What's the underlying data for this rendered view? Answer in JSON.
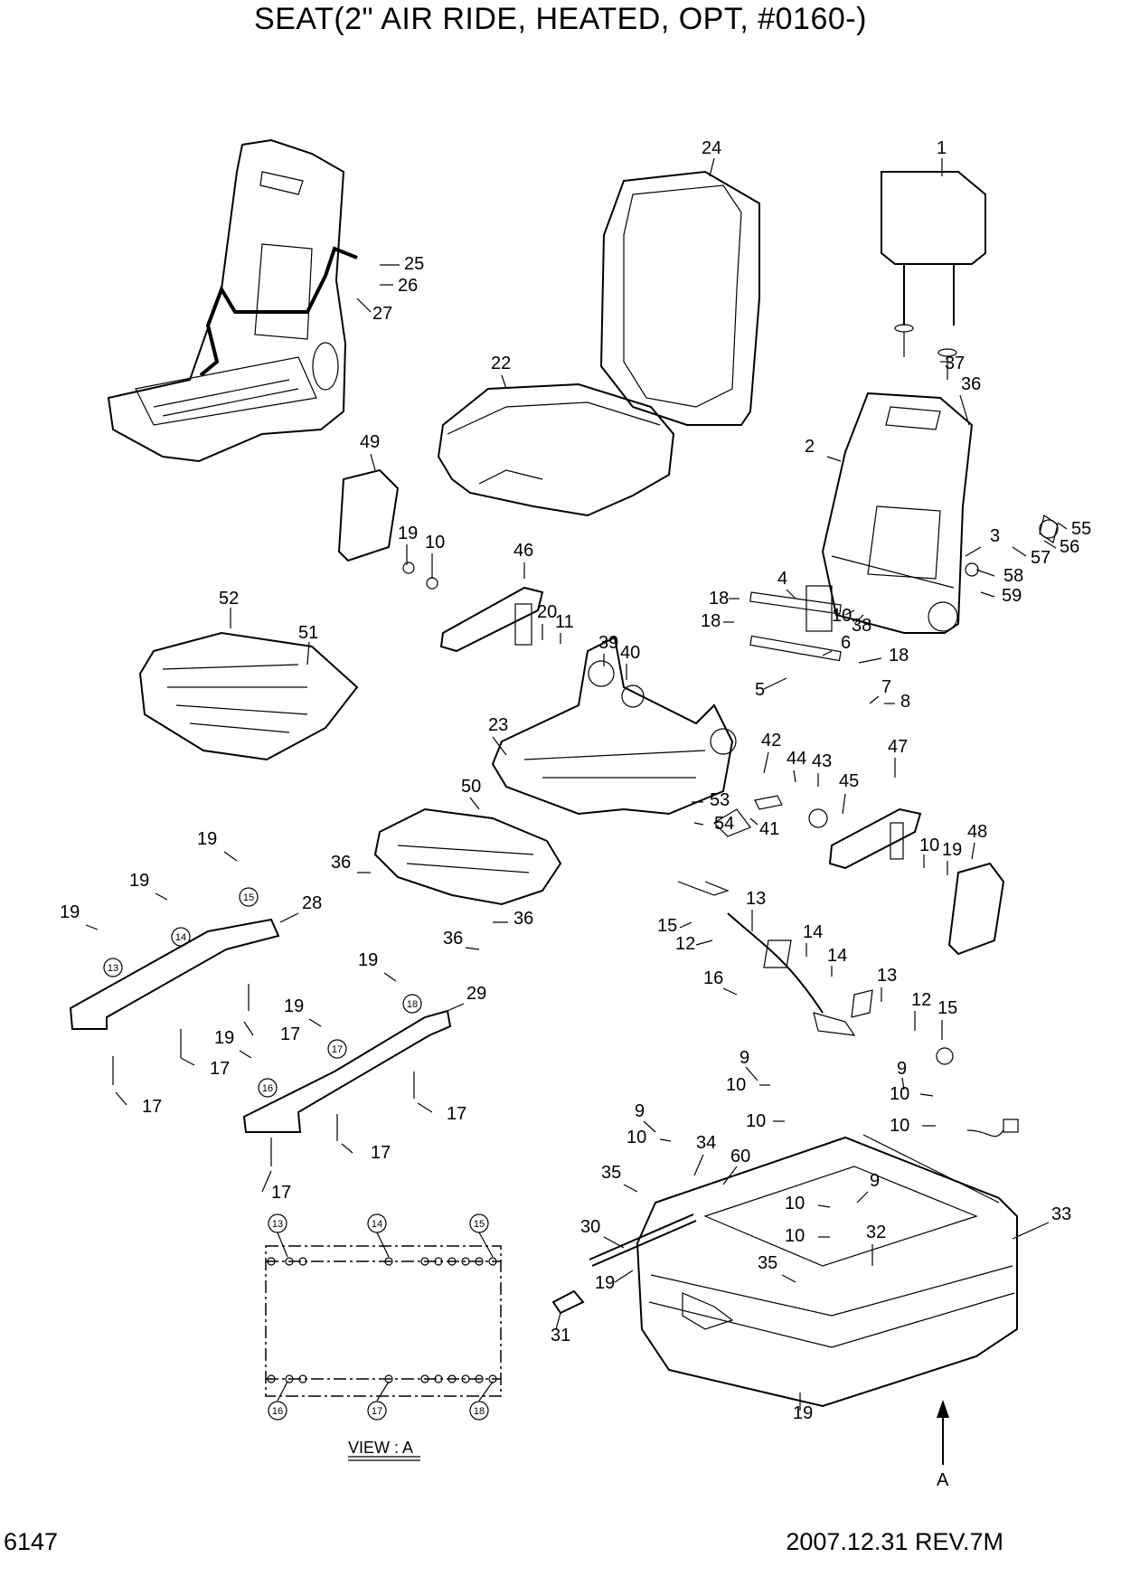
{
  "title": "SEAT(2\" AIR RIDE, HEATED, OPT, #0160-)",
  "page_number": "6147",
  "revision": "2007.12.31  REV.7M",
  "view_label": "VIEW : A",
  "view_arrow_label": "A",
  "callouts": [
    "1",
    "2",
    "3",
    "4",
    "5",
    "6",
    "7",
    "8",
    "9",
    "10",
    "11",
    "12",
    "13",
    "14",
    "15",
    "16",
    "17",
    "18",
    "19",
    "20",
    "22",
    "23",
    "24",
    "25",
    "26",
    "27",
    "28",
    "29",
    "30",
    "31",
    "32",
    "33",
    "34",
    "35",
    "36",
    "37",
    "38",
    "39",
    "40",
    "41",
    "42",
    "43",
    "44",
    "45",
    "46",
    "47",
    "48",
    "49",
    "50",
    "51",
    "52",
    "53",
    "54",
    "55",
    "56",
    "57",
    "58",
    "59",
    "60"
  ],
  "circled_callouts": [
    "13",
    "14",
    "15",
    "16",
    "17",
    "18"
  ]
}
